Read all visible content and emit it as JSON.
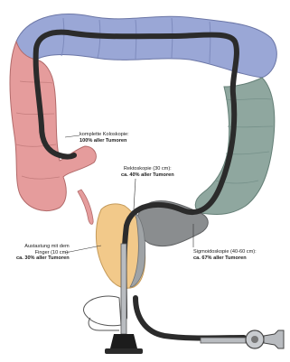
{
  "diagram": {
    "labels": {
      "colonoscopy": {
        "line1": "komplette Koloskopie:",
        "line2": "100% aller Tumoren"
      },
      "rectoscopy": {
        "line1": "Rektoskopie (30 cm):",
        "line2": "ca. 40% aller Tumoren"
      },
      "finger_exam": {
        "line1": "Austastung mit dem",
        "line2": "Finger (10 cm):",
        "line3": "ca. 30% aller Tumoren"
      },
      "sigmoidoscopy": {
        "line1": "Sigmoidoskopie (40-60 cm):",
        "line2": "ca. 67% aller Tumoren"
      }
    },
    "colors": {
      "transverse_colon": "#9aa7d6",
      "ascending_colon": "#e59c9c",
      "descending_colon": "#8fa79f",
      "rectum_zone": "#f2c98a",
      "scope_tube": "#2b2b2b",
      "instrument_metal": "#b9bcc0"
    }
  }
}
